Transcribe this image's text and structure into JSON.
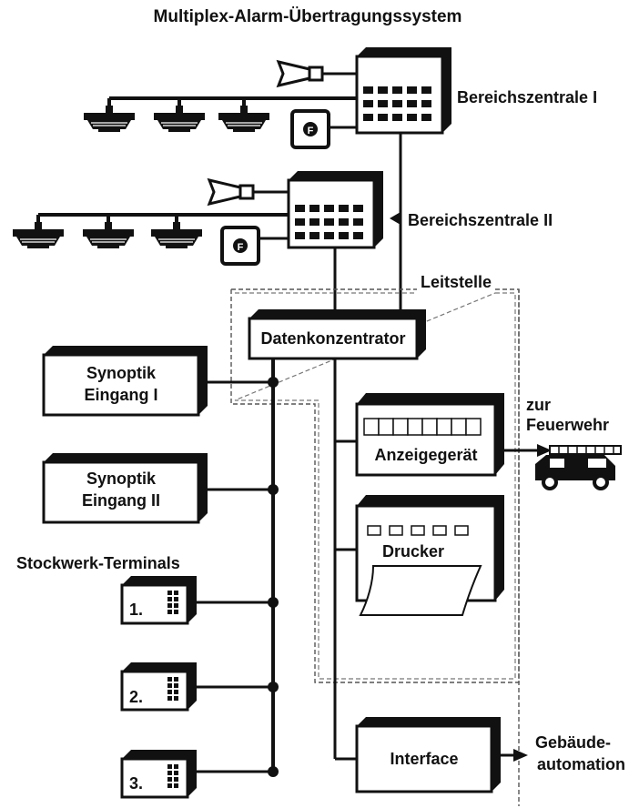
{
  "title": "Multiplex-Alarm-Übertragungssystem",
  "zones": {
    "zone1_label": "Bereichszentrale I",
    "zone2_label": "Bereichszentrale II",
    "call_point_symbol": "F"
  },
  "control_room": {
    "label": "Leitstelle",
    "concentrator": "Datenkonzentrator",
    "display": "Anzeigegerät",
    "printer": "Drucker"
  },
  "synoptics": {
    "input1": [
      "Synoptik",
      "Eingang I"
    ],
    "input2": [
      "Synoptik",
      "Eingang II"
    ]
  },
  "terminals": {
    "heading": "Stockwerk-Terminals",
    "items": [
      "1.",
      "2.",
      "3."
    ]
  },
  "fire_brigade": [
    "zur",
    "Feuerwehr"
  ],
  "interface": {
    "label": "Interface",
    "target": [
      "Gebäude-",
      "automation"
    ]
  }
}
